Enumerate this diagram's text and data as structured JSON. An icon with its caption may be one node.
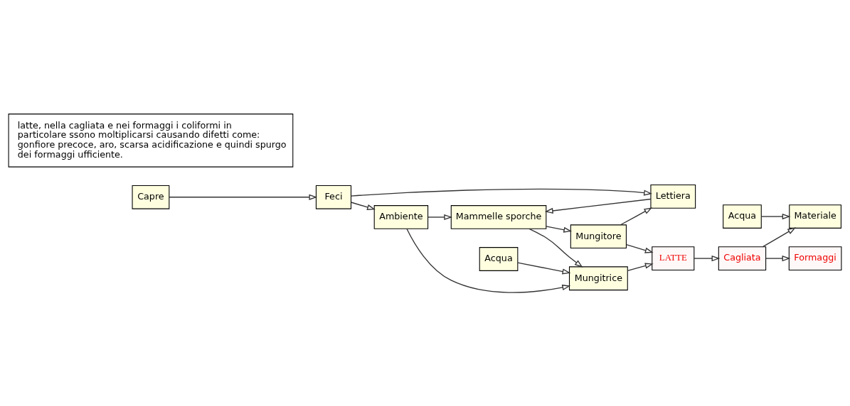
{
  "diagram": {
    "nodes": [
      {
        "text": [
          "Ambiente"
        ]
      },
      {
        "text": [
          "Acqua"
        ]
      },
      {
        "text": [
          "Capre"
        ]
      },
      {
        "text": [
          "Feci"
        ]
      },
      {
        "text": [
          "Lettiera"
        ]
      },
      {
        "text": [
          "Mammelle sporche"
        ]
      },
      {
        "text": [
          "Mungitrice"
        ]
      },
      {
        "text": [
          "Acqua"
        ]
      },
      {
        "text": [
          "Mungitore"
        ]
      },
      {
        "text": [
          "LATTE"
        ]
      },
      {
        "text": [
          "Materiale"
        ]
      },
      {
        "text": [
          "Cagliata"
        ]
      },
      {
        "text": [
          "Formaggi"
        ]
      },
      {
        "text": [
          "latte, nella cagliata e nei formaggi i coliformi in particolare ssono moltiplicarsi causando difetti come: gonfiore precoce, aro, scarsa acidificazione e quindi spurgo dei formaggi ufficiente."
        ]
      }
    ],
    "edges": [
      {
        "from": 2,
        "to": 3,
        "arrow": "to"
      },
      {
        "from": 3,
        "to": 4,
        "arrow": "to"
      },
      {
        "from": 3,
        "to": 0,
        "arrow": "to"
      },
      {
        "from": 4,
        "to": 5,
        "arrow": "to"
      },
      {
        "from": 0,
        "to": 5,
        "arrow": "to"
      },
      {
        "from": 0,
        "to": 6,
        "arrow": "to"
      },
      {
        "from": 1,
        "to": 6,
        "arrow": "to"
      },
      {
        "from": 5,
        "to": 6,
        "arrow": "to"
      },
      {
        "from": 5,
        "to": 8,
        "arrow": "to"
      },
      {
        "from": 8,
        "to": 4,
        "arrow": "to"
      },
      {
        "from": 8,
        "to": 9,
        "arrow": "to"
      },
      {
        "from": 6,
        "to": 9,
        "arrow": "to"
      },
      {
        "from": 9,
        "to": 11,
        "arrow": "to"
      },
      {
        "from": 11,
        "to": 10,
        "arrow": "to"
      },
      {
        "from": 7,
        "to": 10,
        "arrow": "to"
      },
      {
        "from": 11,
        "to": 12,
        "arrow": "to"
      }
    ]
  }
}
